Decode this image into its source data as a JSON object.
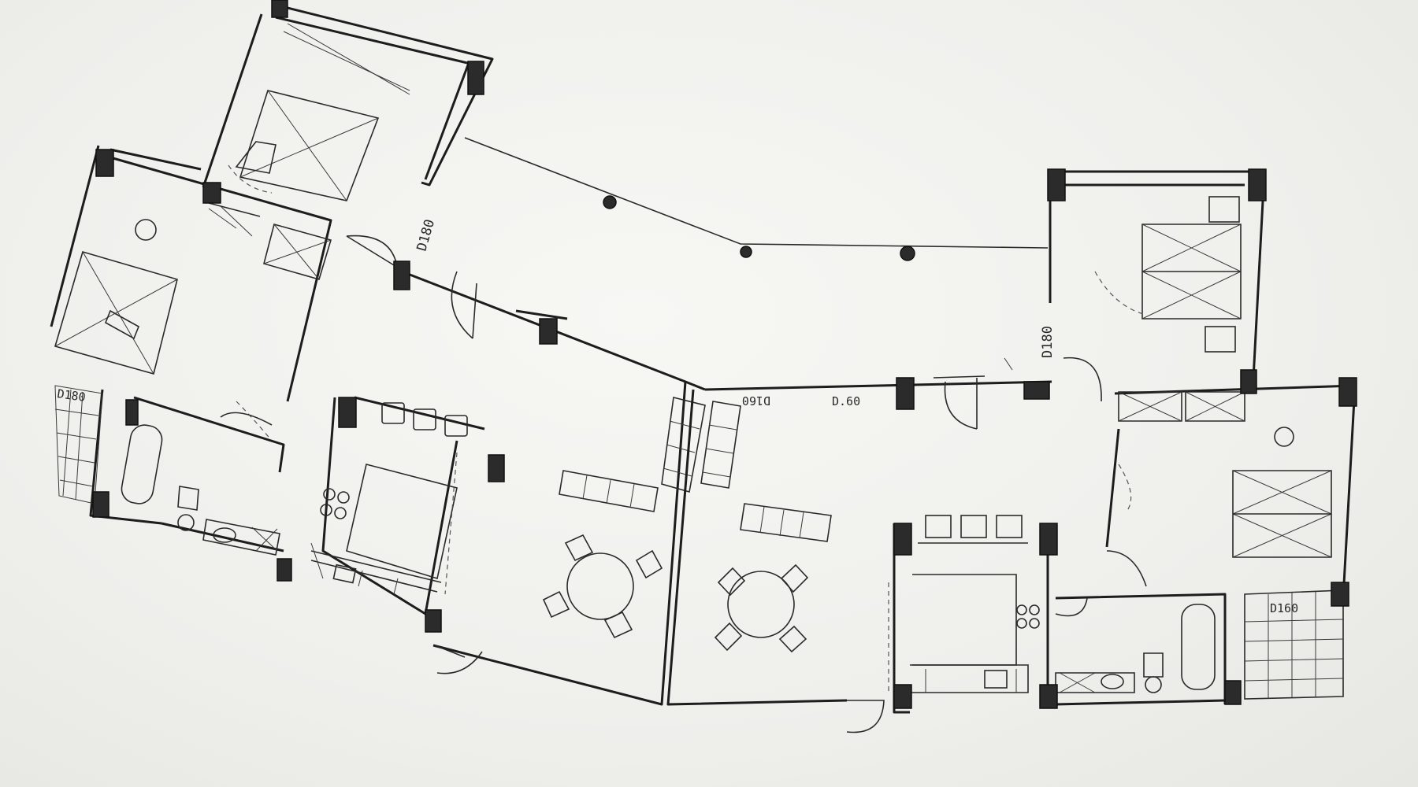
{
  "plan": {
    "labels": {
      "door_top_a": "D180",
      "door_right_a": "D180",
      "window_left": "D180",
      "window_mid_a": "D160",
      "window_mid_b": "D.60",
      "window_right": "D160"
    }
  },
  "colors": {
    "paper": "#efefec",
    "ink": "#1d1d1d",
    "column": "#2b2b2b"
  }
}
